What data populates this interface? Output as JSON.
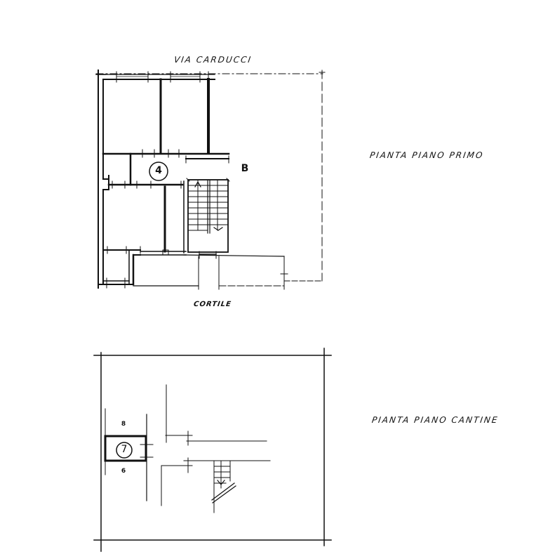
{
  "plans": [
    {
      "id": "first-floor",
      "title": "PIANTA  PIANO  PRIMO",
      "street_label": "VIA   CARDUCCI",
      "courtyard_label": "CORTILE",
      "unit_number": "4",
      "stair_block_label": "B"
    },
    {
      "id": "cellar-floor",
      "title": "PIANTA  PIANO  CANTINE",
      "unit_number": "7",
      "adjacent_labels": [
        "8",
        "6"
      ]
    }
  ],
  "colors": {
    "ink": "#111111",
    "paper": "#ffffff"
  }
}
